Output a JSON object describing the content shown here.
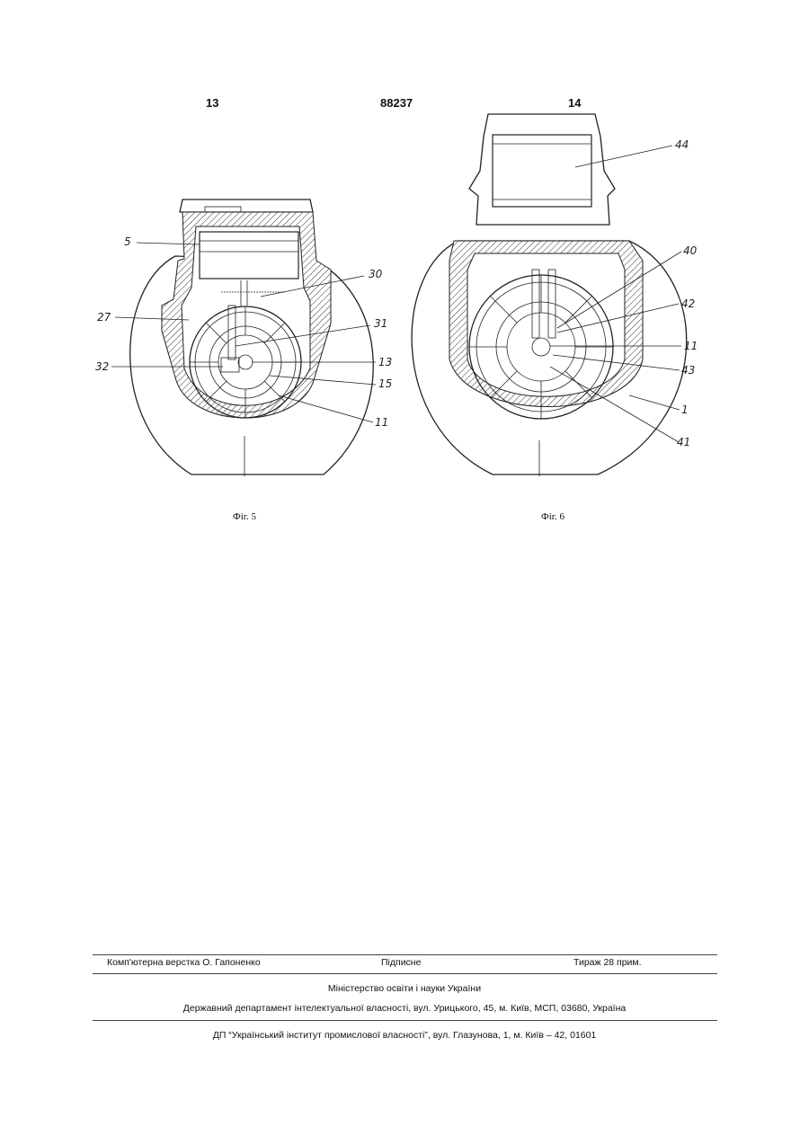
{
  "header": {
    "page_left": "13",
    "patent_number": "88237",
    "page_right": "14"
  },
  "figures": [
    {
      "caption": "Фіг. 5",
      "labels": [
        "5",
        "30",
        "27",
        "31",
        "32",
        "13",
        "15",
        "11"
      ]
    },
    {
      "caption": "Фіг. 6",
      "labels": [
        "44",
        "40",
        "42",
        "11",
        "43",
        "1",
        "41"
      ]
    }
  ],
  "footer": {
    "typesetting": "Комп'ютерна верстка О. Гапоненко",
    "signed": "Підписне",
    "circulation": "Тираж 28 прим.",
    "ministry": "Міністерство освіти і науки України",
    "department": "Державний департамент інтелектуальної власності, вул. Урицького, 45, м. Київ, МСП, 03680, Україна",
    "institute": "ДП “Український інститут промислової власності”, вул. Глазунова, 1, м. Київ – 42, 01601"
  }
}
